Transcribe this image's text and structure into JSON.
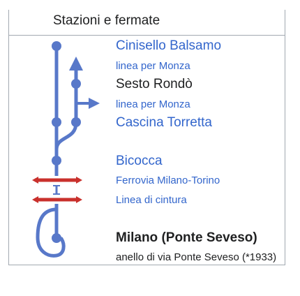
{
  "header": {
    "title": "Stazioni e fermate"
  },
  "colors": {
    "line": "#5878c9",
    "crossing": "#c9302c",
    "link": "#3366cc",
    "text": "#202122",
    "border": "#a2a9b1"
  },
  "rows": [
    {
      "label": "Cinisello Balsamo",
      "kind": "station",
      "linked": true
    },
    {
      "label": "linea per Monza",
      "kind": "note",
      "linked": true
    },
    {
      "label": "Sesto Rondò",
      "kind": "station",
      "linked": false
    },
    {
      "label": "linea per Monza",
      "kind": "note",
      "linked": true
    },
    {
      "label": "Cascina Torretta",
      "kind": "station",
      "linked": true
    },
    {
      "label": "Bicocca",
      "kind": "station",
      "linked": true
    },
    {
      "label": "Ferrovia Milano-Torino",
      "kind": "crossing",
      "linked": true
    },
    {
      "label": "Linea di cintura",
      "kind": "crossing",
      "linked": true
    },
    {
      "label": "Milano (Ponte Seveso)",
      "kind": "terminus",
      "linked": false
    },
    {
      "label": "anello di via Ponte Seveso (*1933)",
      "kind": "note",
      "linked": false
    }
  ]
}
